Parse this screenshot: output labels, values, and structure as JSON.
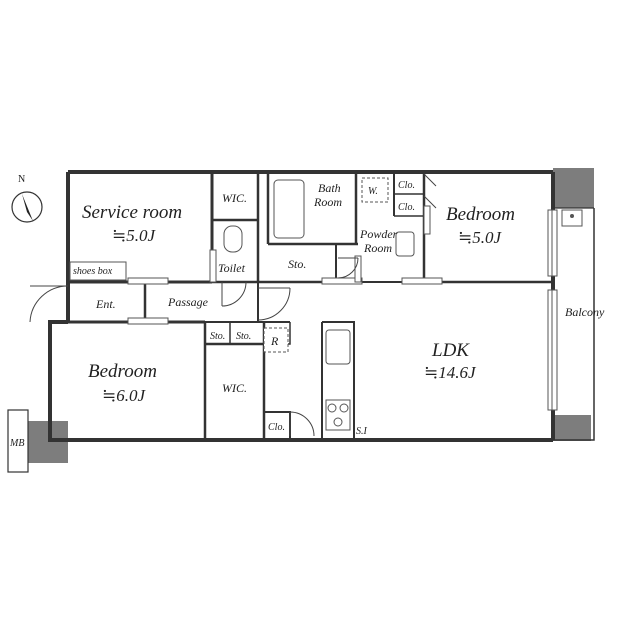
{
  "compass": {
    "label": "N"
  },
  "rooms": {
    "service_room": {
      "name": "Service room",
      "size": "≒5.0J"
    },
    "wic_top": "WIC.",
    "bath": {
      "line1": "Bath",
      "line2": "Room"
    },
    "washer": "W.",
    "clo_top1": "Clo.",
    "clo_top2": "Clo.",
    "bedroom_ne": {
      "name": "Bedroom",
      "size": "≒5.0J"
    },
    "powder": {
      "line1": "Powder",
      "line2": "Room"
    },
    "toilet": "Toilet",
    "sto_mid": "Sto.",
    "shoes_box": "shoes box",
    "entrance": "Ent.",
    "passage": "Passage",
    "sto_small1": "Sto.",
    "sto_small2": "Sto.",
    "fridge": "R",
    "ldk": {
      "name": "LDK",
      "size": "≒14.6J"
    },
    "balcony": "Balcony",
    "bedroom_sw": {
      "name": "Bedroom",
      "size": "≒6.0J"
    },
    "wic_bottom": "WIC.",
    "clo_bottom": "Clo.",
    "sys": "S.I",
    "mb": "MB"
  },
  "colors": {
    "wall": "#333333",
    "shade": "#7d7d7d"
  }
}
